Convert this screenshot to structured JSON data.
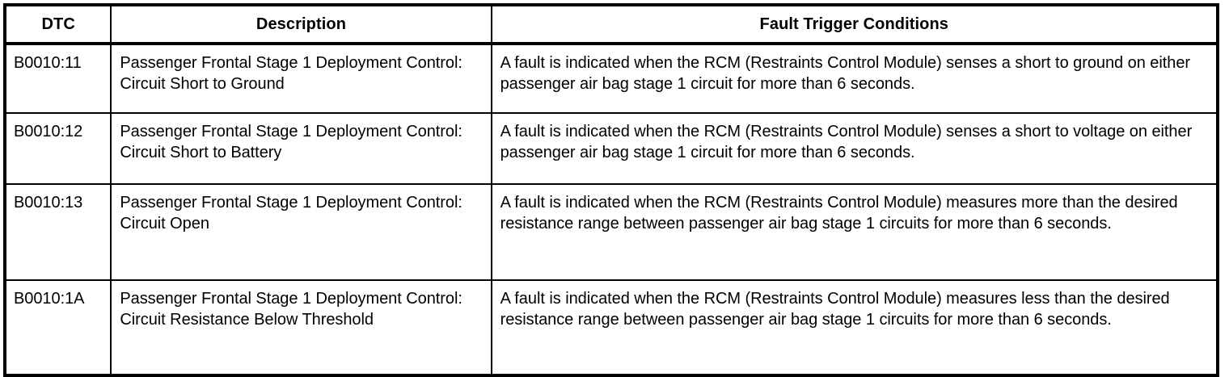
{
  "table": {
    "columns": [
      {
        "key": "dtc",
        "label": "DTC",
        "align": "center"
      },
      {
        "key": "description",
        "label": "Description",
        "align": "center"
      },
      {
        "key": "fault",
        "label": "Fault Trigger Conditions",
        "align": "center"
      }
    ],
    "rows": [
      {
        "dtc": "B0010:11",
        "description": "Passenger Frontal Stage 1 Deployment Control: Circuit Short to Ground",
        "fault": "A fault is indicated when the RCM (Restraints Control Module) senses a short to ground on either passenger air bag stage 1 circuit for more than 6 seconds."
      },
      {
        "dtc": "B0010:12",
        "description": "Passenger Frontal Stage 1 Deployment Control: Circuit Short to Battery",
        "fault": "A fault is indicated when the RCM (Restraints Control Module) senses a short to voltage on either passenger air bag stage 1 circuit for more than 6 seconds."
      },
      {
        "dtc": "B0010:13",
        "description": "Passenger Frontal Stage 1 Deployment Control: Circuit Open",
        "fault": "A fault is indicated when the RCM (Restraints Control Module) measures more than the desired resistance range between passenger air bag stage 1 circuits for more than 6 seconds."
      },
      {
        "dtc": "B0010:1A",
        "description": "Passenger Frontal Stage 1 Deployment Control: Circuit Resistance Below Threshold",
        "fault": "A fault is indicated when the RCM (Restraints Control Module) measures less than the desired resistance range between passenger air bag stage 1 circuits for more than 6 seconds."
      }
    ]
  },
  "colors": {
    "text": "#000000",
    "border": "#000000",
    "background": "#ffffff"
  }
}
